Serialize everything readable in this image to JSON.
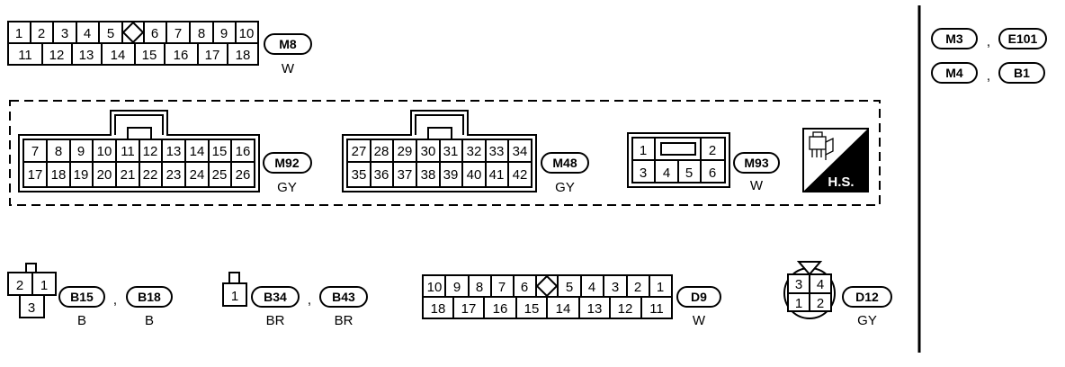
{
  "connectors": {
    "m8": {
      "pins_top": [
        "1",
        "2",
        "3",
        "4",
        "5",
        "6",
        "7",
        "8",
        "9",
        "10"
      ],
      "pins_bottom": [
        "11",
        "12",
        "13",
        "14",
        "15",
        "16",
        "17",
        "18"
      ],
      "tags": [
        "M8"
      ],
      "color": "W"
    },
    "m92": {
      "pins_top": [
        "7",
        "8",
        "9",
        "10",
        "11",
        "12",
        "13",
        "14",
        "15",
        "16"
      ],
      "pins_bottom": [
        "17",
        "18",
        "19",
        "20",
        "21",
        "22",
        "23",
        "24",
        "25",
        "26"
      ],
      "tags": [
        "M92"
      ],
      "color": "GY"
    },
    "m48": {
      "pins_top": [
        "27",
        "28",
        "29",
        "30",
        "31",
        "32",
        "33",
        "34"
      ],
      "pins_bottom": [
        "35",
        "36",
        "37",
        "38",
        "39",
        "40",
        "41",
        "42"
      ],
      "tags": [
        "M48"
      ],
      "color": "GY"
    },
    "m93": {
      "pins_top": [
        "1",
        "2"
      ],
      "pins_bottom": [
        "3",
        "4",
        "5",
        "6"
      ],
      "tags": [
        "M93"
      ],
      "color": "W"
    },
    "b15_b18": {
      "pins": [
        "2",
        "1",
        "3"
      ],
      "tags": [
        "B15",
        "B18"
      ],
      "colors": [
        "B",
        "B"
      ]
    },
    "b34_b43": {
      "pins": [
        "1"
      ],
      "tags": [
        "B34",
        "B43"
      ],
      "colors": [
        "BR",
        "BR"
      ]
    },
    "d9": {
      "pins_top": [
        "10",
        "9",
        "8",
        "7",
        "6",
        "5",
        "4",
        "3",
        "2",
        "1"
      ],
      "pins_bottom": [
        "18",
        "17",
        "16",
        "15",
        "14",
        "13",
        "12",
        "11"
      ],
      "tags": [
        "D9"
      ],
      "color": "W"
    },
    "d12": {
      "pins": [
        "3",
        "4",
        "1",
        "2"
      ],
      "tags": [
        "D12"
      ],
      "color": "GY"
    }
  },
  "shield_box": {
    "label": "H.S."
  },
  "side_panel": {
    "rows": [
      {
        "a": "M3",
        "b": "E101"
      },
      {
        "a": "M4",
        "b": "B1"
      }
    ]
  },
  "separator": ","
}
